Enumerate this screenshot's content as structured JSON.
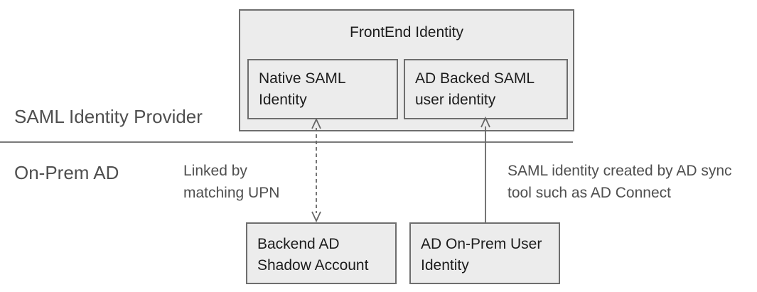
{
  "colors": {
    "background": "#ffffff",
    "box_fill": "#ececec",
    "box_border": "#6e6e6e",
    "box_text": "#1c1c1c",
    "zone_text": "#4f4f4f",
    "arrow": "#666666",
    "divider": "#7a7a7a"
  },
  "zones": {
    "top_label": "SAML Identity Provider",
    "bottom_label": "On-Prem AD"
  },
  "boxes": {
    "frontend_identity": {
      "title": "FrontEnd Identity"
    },
    "native_saml": {
      "label": "Native SAML\nIdentity"
    },
    "ad_backed_saml": {
      "label": "AD Backed SAML\nuser identity"
    },
    "backend_ad": {
      "label": "Backend AD\nShadow Account"
    },
    "ad_on_prem": {
      "label": "AD On-Prem User\nIdentity"
    }
  },
  "connectors": {
    "upn_link": {
      "type": "dashed-double-arrow",
      "from": "Backend AD Shadow Account",
      "to": "Native SAML Identity",
      "label": "Linked by\nmatching UPN"
    },
    "ad_sync": {
      "type": "solid-arrow",
      "from": "AD On-Prem User Identity",
      "to": "AD Backed SAML user identity",
      "label": "SAML identity created by AD sync\ntool such as AD Connect"
    }
  }
}
